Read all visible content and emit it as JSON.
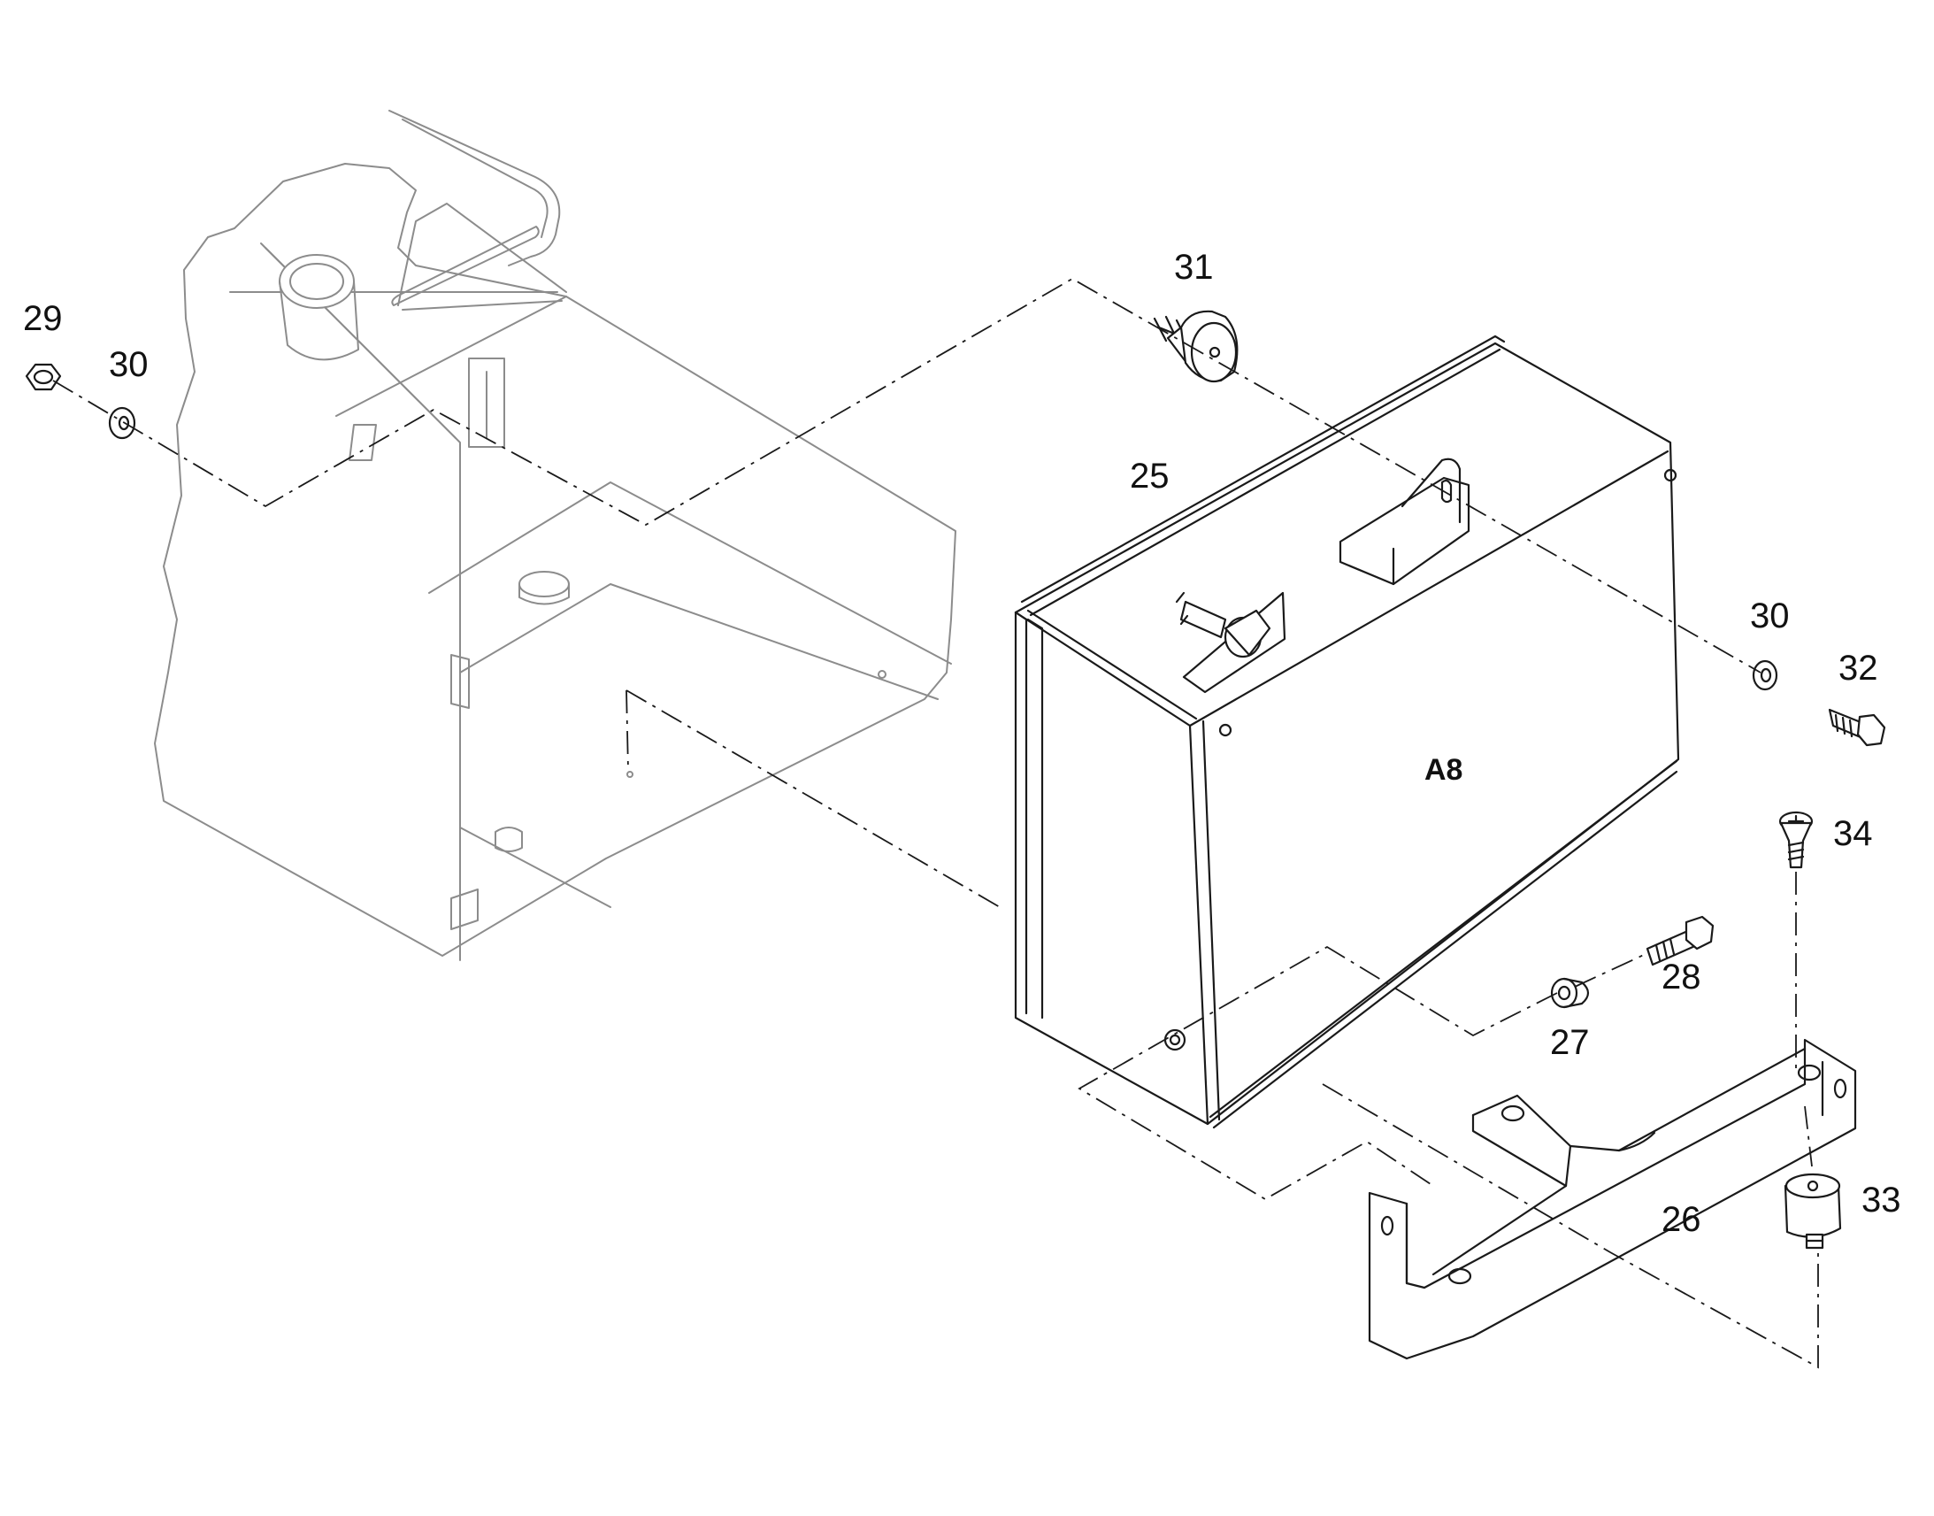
{
  "callouts": {
    "c29": "29",
    "c30a": "30",
    "c31": "31",
    "c25": "25",
    "c30b": "30",
    "c32": "32",
    "a8": "A8",
    "c34": "34",
    "c28": "28",
    "c27": "27",
    "c33": "33",
    "c26": "26"
  },
  "colors": {
    "line": "#1a1a1a",
    "faint_line": "#8c8c8c",
    "background": "#ffffff"
  }
}
